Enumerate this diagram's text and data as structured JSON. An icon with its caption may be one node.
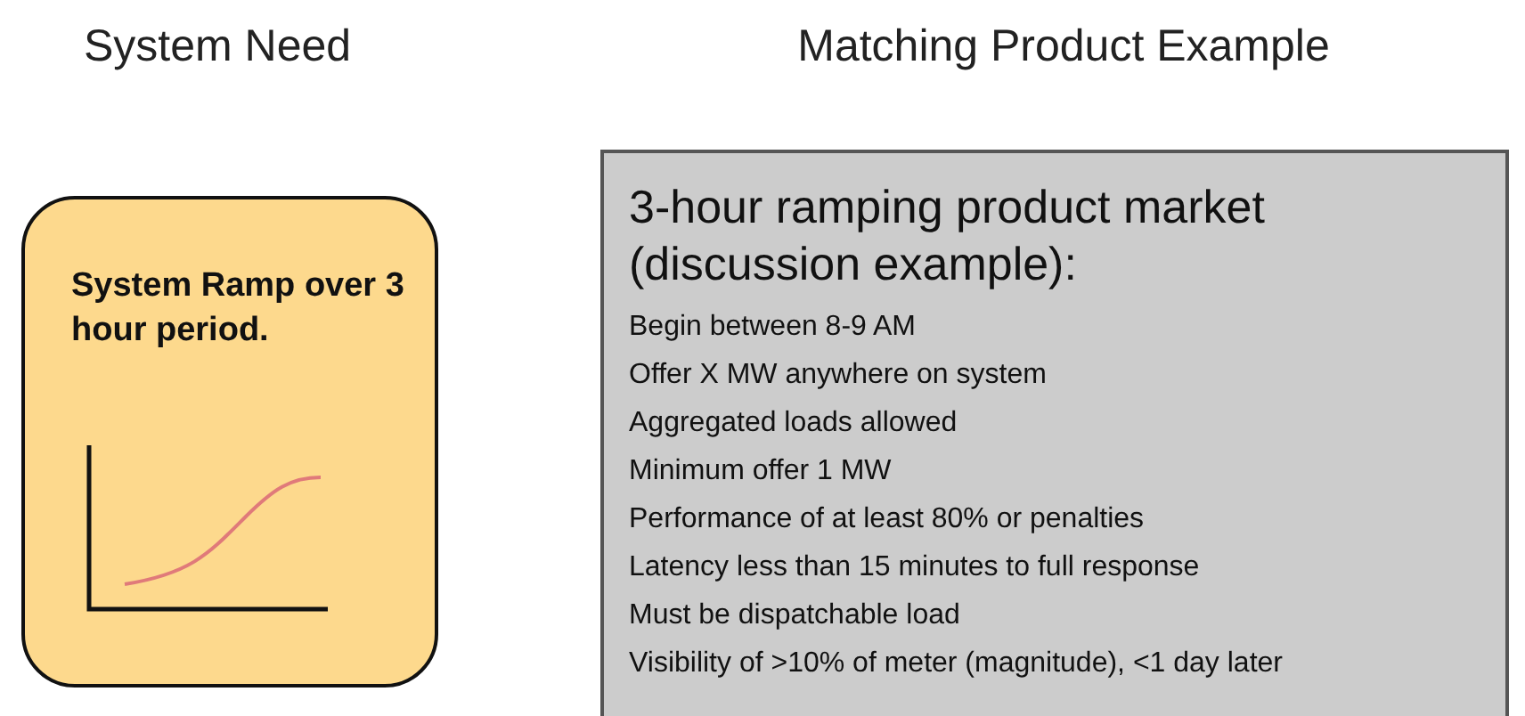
{
  "diagram": {
    "nodes": [
      {
        "text": [
          "System Ramp over 3 hour period."
        ]
      },
      {
        "text": [
          "3-hour ramping product market (discussion example):",
          "Begin between 8-9 AM",
          "Offer X MW anywhere on system",
          "Aggregated loads allowed",
          "Minimum offer 1 MW",
          "Performance of at least 80% or penalties",
          "Latency less than 15 minutes to full response",
          "Must be dispatchable load",
          "Visibility of >10% of meter (magnitude), <1 day later"
        ]
      }
    ],
    "labels": [
      "System Need",
      "Matching Product Example"
    ]
  }
}
